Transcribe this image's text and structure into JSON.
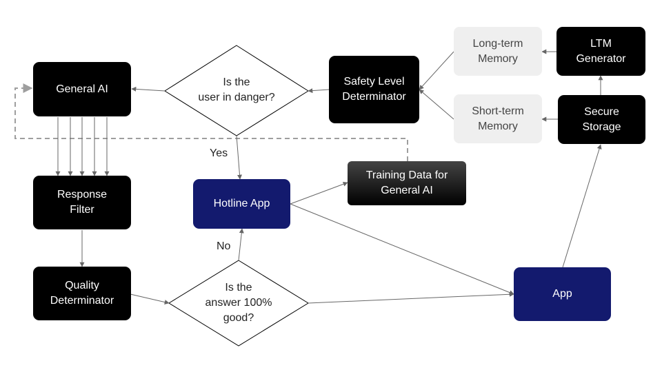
{
  "nodes": {
    "general_ai": "General AI",
    "response_filter": "Response\nFilter",
    "quality_determinator": "Quality\nDeterminator",
    "hotline_app": "Hotline App",
    "training_data": "Training Data for\nGeneral AI",
    "safety_level": "Safety Level\nDeterminator",
    "long_term_memory": "Long-term\nMemory",
    "short_term_memory": "Short-term\nMemory",
    "ltm_generator": "LTM\nGenerator",
    "secure_storage": "Secure\nStorage",
    "app": "App"
  },
  "decisions": {
    "danger": "Is the\nuser in danger?",
    "quality": "Is the\nanswer 100%\ngood?"
  },
  "labels": {
    "yes": "Yes",
    "no": "No"
  },
  "colors": {
    "dark": "#000000",
    "navy": "#131a6e",
    "light": "#efefef",
    "arrow": "#666666",
    "dashed": "#9e9e9e"
  }
}
